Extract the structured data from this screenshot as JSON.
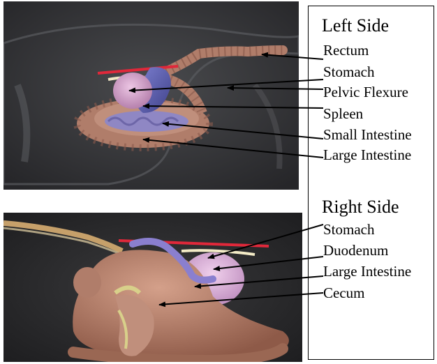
{
  "left_side": {
    "heading": "Left Side",
    "labels": [
      "Rectum",
      "Stomach",
      "Pelvic Flexure",
      "Spleen",
      "Small Intestine",
      "Large Intestine"
    ]
  },
  "right_side": {
    "heading": "Right Side",
    "labels": [
      "Stomach",
      "Duodenum",
      "Large Intestine",
      "Cecum"
    ]
  },
  "colors": {
    "photo_background": "#3a3a3c",
    "large_intestine": "#b07d6a",
    "stomach": "#d7a9cf",
    "spleen": "#5c5fb0",
    "small_intestine": "#8f87c4",
    "vessel_red": "#e0283a",
    "cecum_yellow": "#d8d08a",
    "duodenum": "#8a7fcf"
  }
}
